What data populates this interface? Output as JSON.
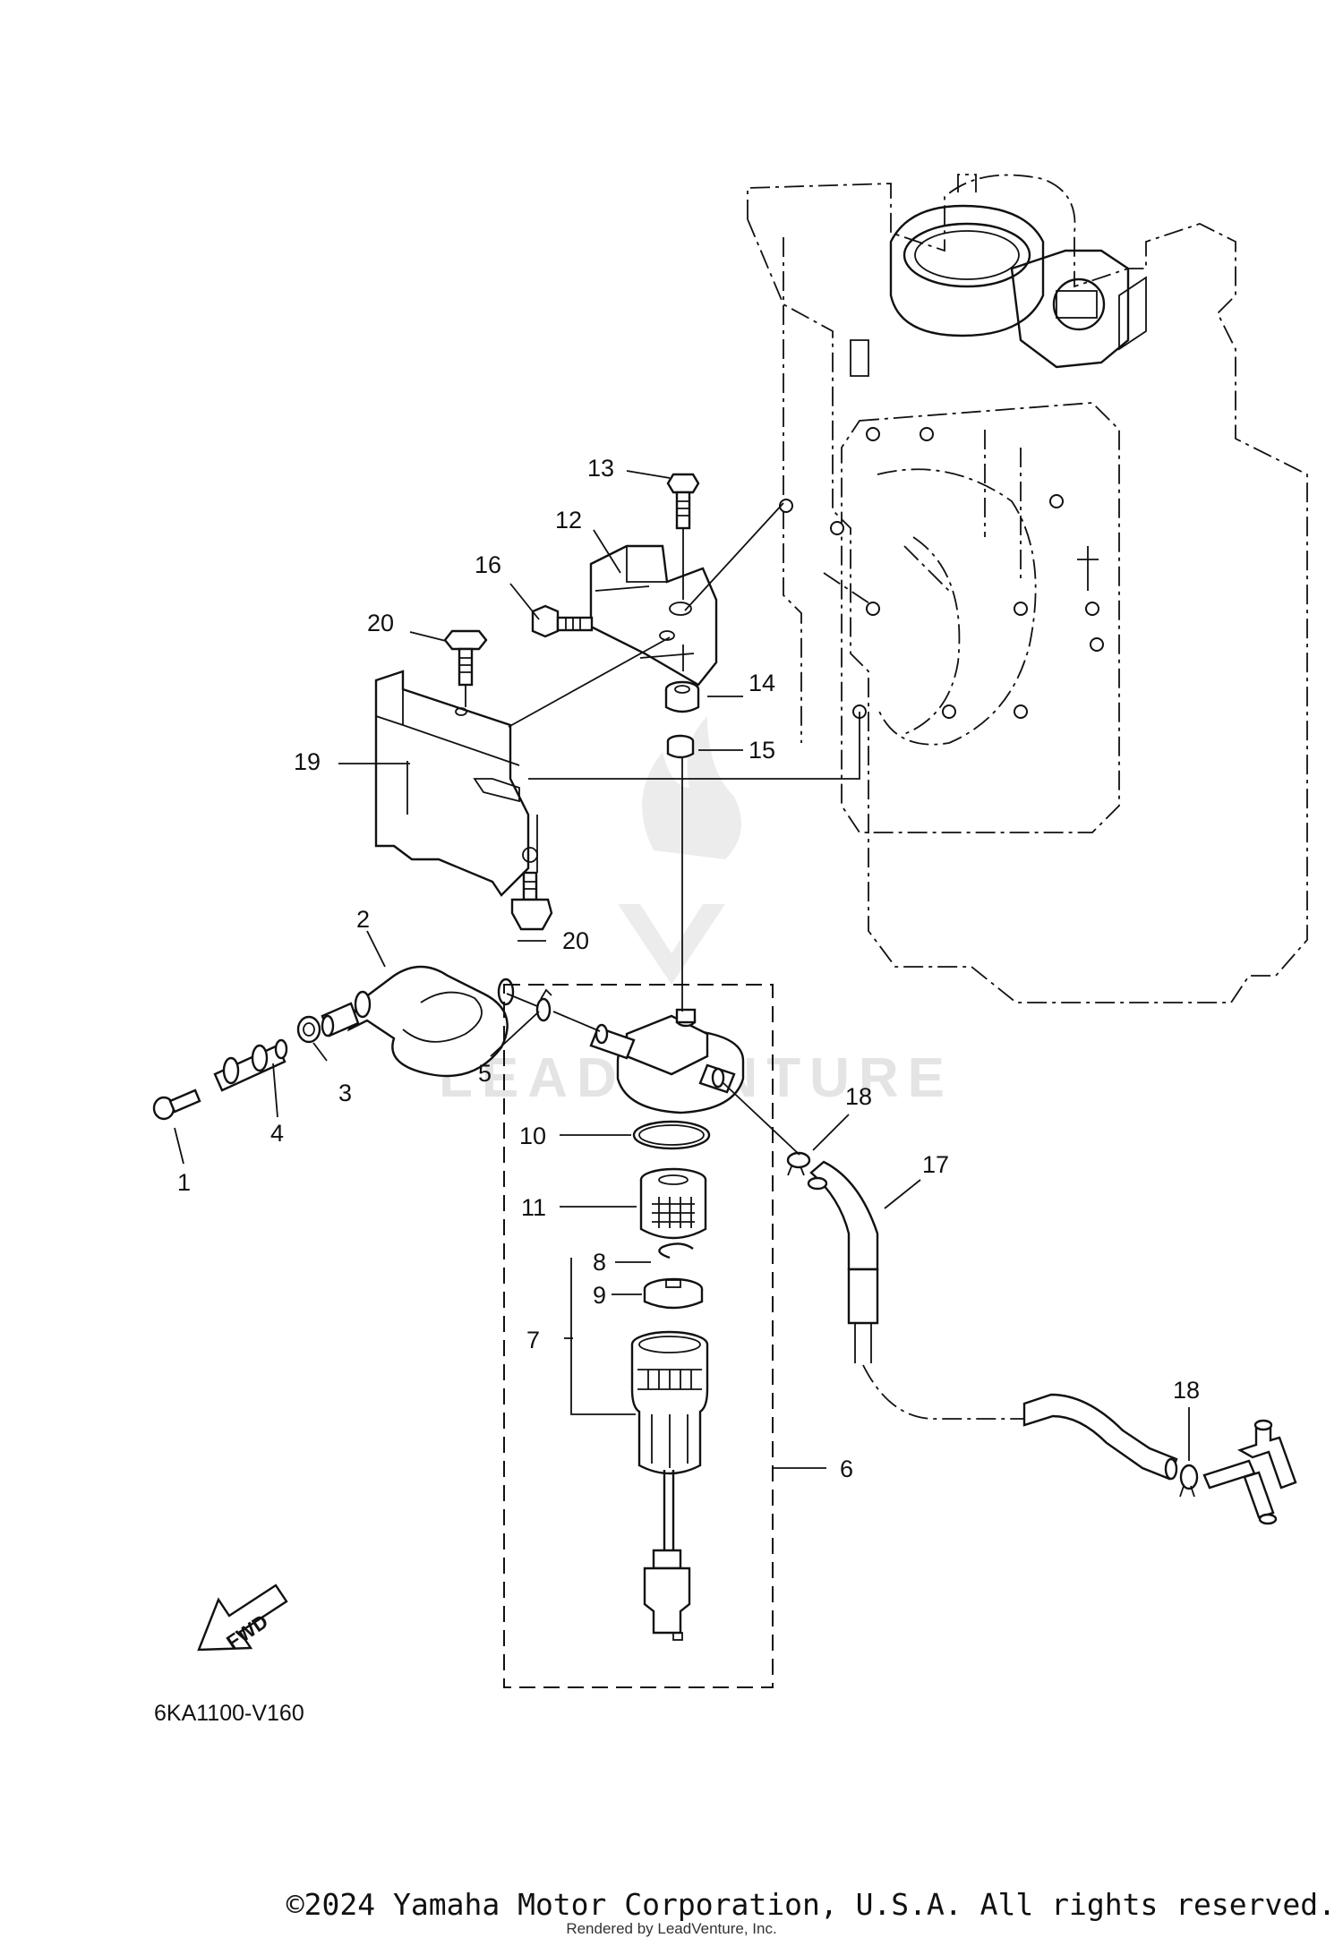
{
  "diagram": {
    "drawing_code": "6KA1100-V160",
    "fwd_label": "FWD",
    "watermark": "LEADVENTURE",
    "callouts": [
      {
        "id": "1",
        "text": "1"
      },
      {
        "id": "2",
        "text": "2"
      },
      {
        "id": "3",
        "text": "3"
      },
      {
        "id": "4",
        "text": "4"
      },
      {
        "id": "5",
        "text": "5"
      },
      {
        "id": "6",
        "text": "6"
      },
      {
        "id": "7",
        "text": "7"
      },
      {
        "id": "8",
        "text": "8"
      },
      {
        "id": "9",
        "text": "9"
      },
      {
        "id": "10",
        "text": "10"
      },
      {
        "id": "11",
        "text": "11"
      },
      {
        "id": "12",
        "text": "12"
      },
      {
        "id": "13",
        "text": "13"
      },
      {
        "id": "14",
        "text": "14"
      },
      {
        "id": "15",
        "text": "15"
      },
      {
        "id": "16",
        "text": "16"
      },
      {
        "id": "17",
        "text": "17"
      },
      {
        "id": "18a",
        "text": "18"
      },
      {
        "id": "18b",
        "text": "18"
      },
      {
        "id": "19",
        "text": "19"
      },
      {
        "id": "20a",
        "text": "20"
      },
      {
        "id": "20b",
        "text": "20"
      }
    ]
  },
  "footer": {
    "copyright": "©2024 Yamaha Motor Corporation, U.S.A. All rights reserved.",
    "rendered_by": "Rendered by LeadVenture, Inc."
  }
}
